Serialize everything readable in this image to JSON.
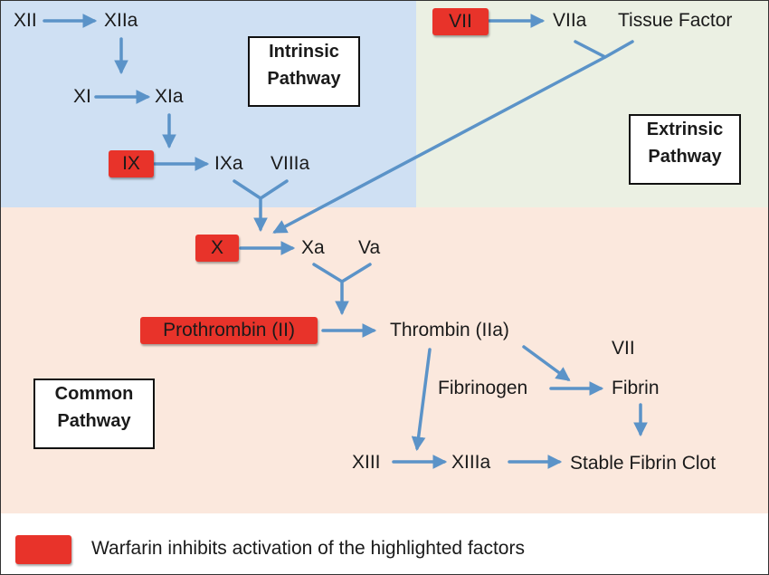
{
  "colors": {
    "intrinsic_bg": "#cfe0f3",
    "extrinsic_bg": "#ebf0e3",
    "common_bg": "#fbe8dd",
    "highlight": "#e8332a",
    "arrow": "#5b93c8"
  },
  "pathways": {
    "intrinsic": {
      "line1": "Intrinsic",
      "line2": "Pathway"
    },
    "extrinsic": {
      "line1": "Extrinsic",
      "line2": "Pathway"
    },
    "common": {
      "line1": "Common",
      "line2": "Pathway"
    }
  },
  "factors": {
    "xii": "XII",
    "xiia": "XIIa",
    "xi": "XI",
    "xia": "XIa",
    "ix": "IX",
    "ixa": "IXa",
    "viiia": "VIIIa",
    "vii": "VII",
    "viia": "VIIa",
    "tissue_factor": "Tissue Factor",
    "x": "X",
    "xa": "Xa",
    "va": "Va",
    "prothrombin": "Prothrombin (II)",
    "thrombin": "Thrombin (IIa)",
    "vii_second": "VII",
    "fibrinogen": "Fibrinogen",
    "fibrin": "Fibrin",
    "xiii": "XIII",
    "xiiia": "XIIIa",
    "stable_clot": "Stable Fibrin Clot"
  },
  "legend": {
    "text": "Warfarin inhibits activation of the highlighted factors"
  }
}
